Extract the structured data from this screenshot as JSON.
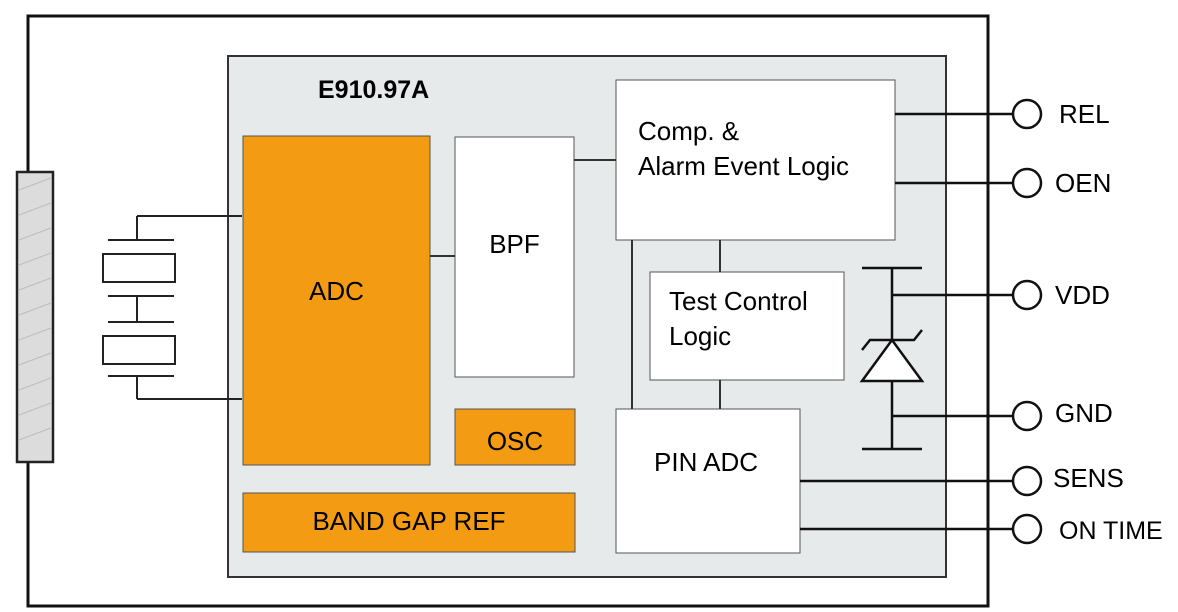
{
  "chip": {
    "title": "E910.97A"
  },
  "blocks": {
    "adc": "ADC",
    "bpf": "BPF",
    "osc": "OSC",
    "band_gap_ref": "BAND GAP REF",
    "comp_line1": "Comp. &",
    "comp_line2": "Alarm Event Logic",
    "test_line1": "Test Control",
    "test_line2": "Logic",
    "pin_adc": "PIN ADC"
  },
  "pins": {
    "rel": "REL",
    "oen": "OEN",
    "vdd": "VDD",
    "gnd": "GND",
    "sens": "SENS",
    "on_time": "ON TIME"
  },
  "colors": {
    "orange": "#f39b12",
    "chip_fill": "#e7eaeb",
    "line": "#1a1a1a"
  }
}
